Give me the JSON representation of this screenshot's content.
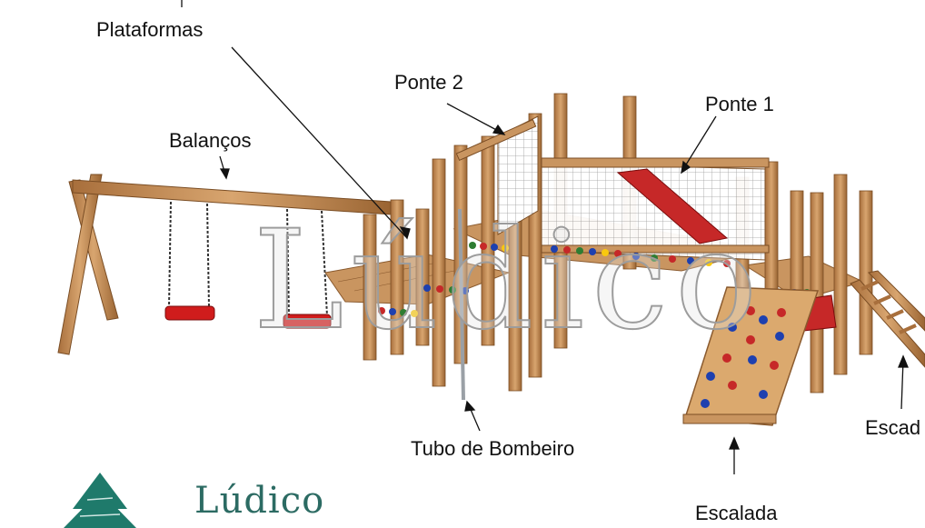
{
  "labels": {
    "plataformas": "Plataformas",
    "ponte2": "Ponte 2",
    "ponte1": "Ponte 1",
    "balancos": "Balanços",
    "tubo": "Tubo de Bombeiro",
    "escalada": "Escalada",
    "escada": "Escad"
  },
  "watermark": "Lúdico",
  "brand": {
    "name": "Lúdico"
  },
  "colors": {
    "wood": "#c99560",
    "wood_dark": "#8a5a2e",
    "net": "#ffffff",
    "slide": "#c62828",
    "swing_seat": "#d01c1c",
    "logo_green": "#1f7a6b",
    "brand_text": "#2c6b63"
  },
  "icons": [
    "tree-logo-icon"
  ]
}
